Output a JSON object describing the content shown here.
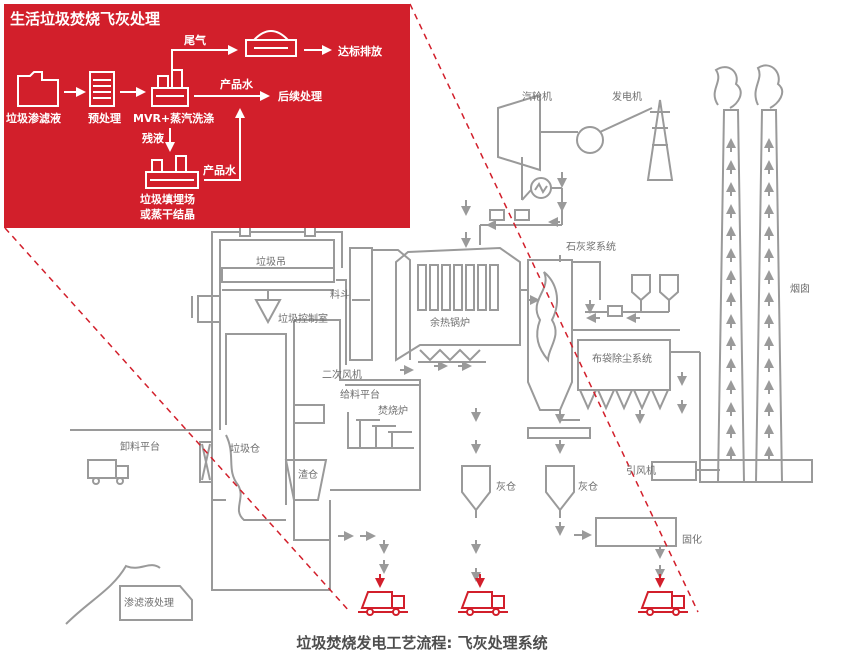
{
  "inset": {
    "title": "生活垃圾焚烧飞灰处理",
    "leachate": "垃圾渗滤液",
    "pretreat": "预处理",
    "mvr": "MVR+蒸汽洗涤",
    "tail_gas": "尾气",
    "discharge": "达标排放",
    "product_water_1": "产品水",
    "followup": "后续处理",
    "residue": "残液",
    "product_water_2": "产品水",
    "landfill_line1": "垃圾填埋场",
    "landfill_line2": "或蒸干结晶"
  },
  "labels": {
    "turbine": "汽轮机",
    "generator": "发电机",
    "crane": "垃圾吊",
    "hopper": "料斗",
    "control_room": "垃圾控制室",
    "boiler": "余热锅炉",
    "lime": "石灰浆系统",
    "bag_filter": "布袋除尘系统",
    "chimney": "烟囱",
    "secondary_fan": "二次风机",
    "feed_platform": "给料平台",
    "incinerator": "焚烧炉",
    "unload_platform": "卸料平台",
    "pit": "垃圾仓",
    "slag": "渣仓",
    "ash1": "灰仓",
    "ash2": "灰仓",
    "id_fan": "引风机",
    "solidify": "固化",
    "leachate_treat": "渗滤液处理"
  },
  "caption": "垃圾焚烧发电工艺流程: 飞灰处理系统",
  "colors": {
    "accent_red": "#d21f2b",
    "line_gray": "#9a9a9a",
    "text_gray": "#6f6f6f",
    "caption_text": "#4d4d4d"
  }
}
